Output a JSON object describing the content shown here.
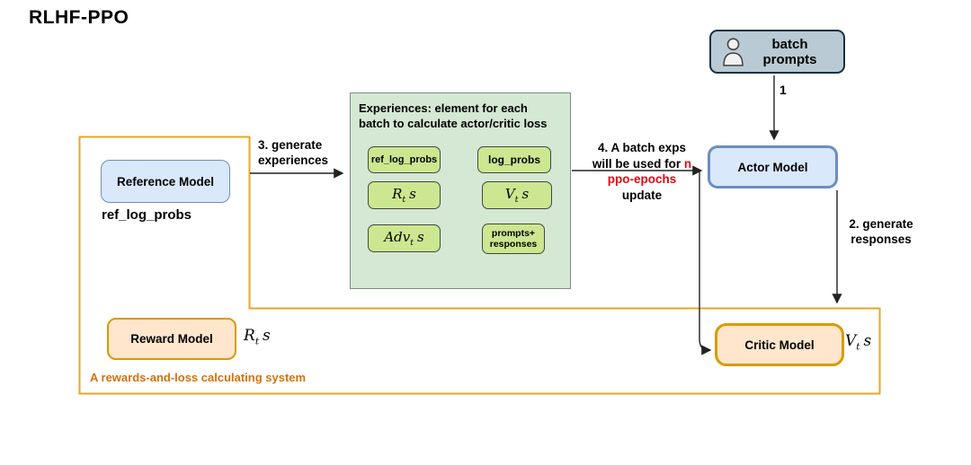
{
  "title": "RLHF-PPO",
  "system": {
    "label": "A rewards-and-loss calculating system"
  },
  "nodes": {
    "batch_prompts": {
      "line1": "batch",
      "line2": "prompts"
    },
    "actor": {
      "label": "Actor Model"
    },
    "critic": {
      "label": "Critic Model",
      "output": {
        "base": "V",
        "sub": "t",
        "tail": "s"
      }
    },
    "reference": {
      "label": "Reference Model",
      "output": "ref_log_probs"
    },
    "reward": {
      "label": "Reward Model",
      "output": {
        "base": "R",
        "sub": "t",
        "tail": "s"
      }
    }
  },
  "experiences": {
    "title1": "Experiences: element for each",
    "title2": "batch to calculate actor/critic loss",
    "cells": {
      "ref_log_probs": "ref_log_probs",
      "log_probs": "log_probs",
      "rts": {
        "base": "R",
        "sub": "t",
        "tail": "s"
      },
      "vts": {
        "base": "V",
        "sub": "t",
        "tail": "s"
      },
      "advts": {
        "base": "Adv",
        "sub": "t",
        "tail": "s"
      },
      "prompts_responses": {
        "line1": "prompts+",
        "line2": "responses"
      }
    }
  },
  "steps": {
    "s1": {
      "num": "1"
    },
    "s2": {
      "line1": "2. generate",
      "line2": "responses"
    },
    "s3": {
      "line1": "3. generate",
      "line2": "experiences"
    },
    "s4": {
      "line1": "4. A batch exps",
      "line2_black": "will be used for",
      "line2_red": "n",
      "line3_red": "ppo-epochs",
      "line4": "update"
    }
  },
  "colors": {
    "gold_border": "#E2A829",
    "system_label_text": "#D2720F",
    "red_highlight": "#E30613",
    "blue_node_fill": "#DAE8FC",
    "blue_node_border": "#6C8EBF",
    "orange_node_fill": "#FFE6CC",
    "orange_node_border": "#D79B00",
    "green_panel_fill": "#D5E8D4",
    "green_cell_fill": "#CCE78F",
    "gray_node_fill": "#B9CAD4",
    "gray_node_border": "#16313F",
    "arrow_color": "#222222"
  }
}
